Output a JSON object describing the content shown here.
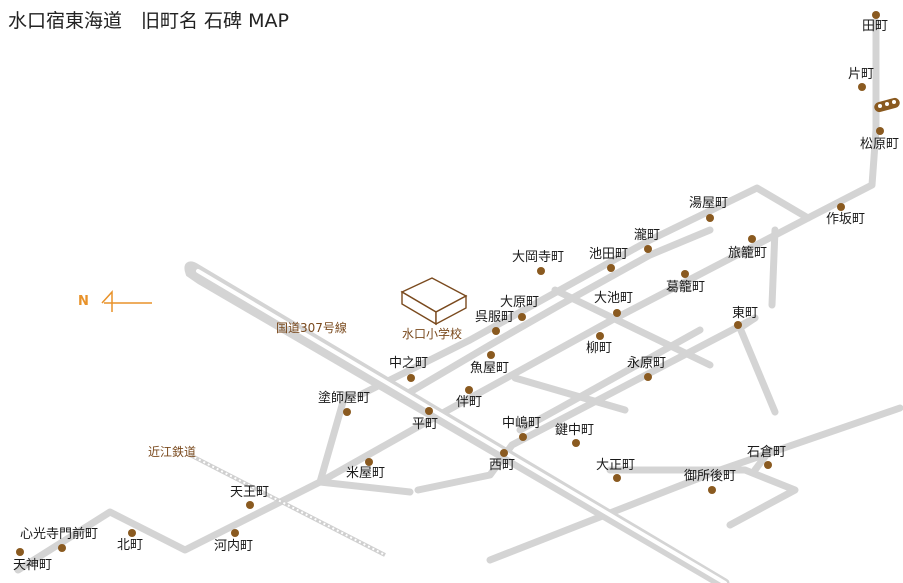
{
  "title": "水口宿東海道　旧町名 石碑 MAP",
  "north_label": "N",
  "road_label": "国道307号線",
  "railway_label": "近江鉄道",
  "school_label": "水口小学校",
  "colors": {
    "road": "#d4d4d4",
    "marker": "#8a5a20",
    "north": "#e8922a",
    "landmark_text": "#7a4a1e"
  },
  "markers": [
    {
      "id": "tamachi",
      "name": "田町"
    },
    {
      "id": "katamachi",
      "name": "片町"
    },
    {
      "id": "matsubaracho",
      "name": "松原町"
    },
    {
      "id": "sakumachi",
      "name": "作坂町"
    },
    {
      "id": "yuyamachi",
      "name": "湯屋町"
    },
    {
      "id": "takimachi",
      "name": "瀧町"
    },
    {
      "id": "ikedamachi",
      "name": "池田町"
    },
    {
      "id": "ookajimachi",
      "name": "大岡寺町"
    },
    {
      "id": "hatagomachi",
      "name": "旅籠町"
    },
    {
      "id": "tsuzuramachi",
      "name": "葛籠町"
    },
    {
      "id": "ooikecho",
      "name": "大池町"
    },
    {
      "id": "oharacho",
      "name": "大原町"
    },
    {
      "id": "gofukucho",
      "name": "呉服町"
    },
    {
      "id": "higashimachi",
      "name": "東町"
    },
    {
      "id": "yanagimachi",
      "name": "柳町"
    },
    {
      "id": "uoyamachi",
      "name": "魚屋町"
    },
    {
      "id": "nakanomachi",
      "name": "中之町"
    },
    {
      "id": "nagaharamachi",
      "name": "永原町"
    },
    {
      "id": "tomomachi",
      "name": "伴町"
    },
    {
      "id": "nurishiyamachi",
      "name": "塗師屋町"
    },
    {
      "id": "hiramachi",
      "name": "平町"
    },
    {
      "id": "nakajimamachi",
      "name": "中嶋町"
    },
    {
      "id": "kaginakamachi",
      "name": "鍵中町"
    },
    {
      "id": "ishikuramachi",
      "name": "石倉町"
    },
    {
      "id": "nishimachi",
      "name": "西町"
    },
    {
      "id": "komeyamachi",
      "name": "米屋町"
    },
    {
      "id": "taishomachi",
      "name": "大正町"
    },
    {
      "id": "goshogomachi",
      "name": "御所後町"
    },
    {
      "id": "tennomachi",
      "name": "天王町"
    },
    {
      "id": "shinkojimonmaemachi",
      "name": "心光寺門前町"
    },
    {
      "id": "kitamachi",
      "name": "北町"
    },
    {
      "id": "kawachimachi",
      "name": "河内町"
    },
    {
      "id": "tenjinmachi",
      "name": "天神町"
    }
  ]
}
